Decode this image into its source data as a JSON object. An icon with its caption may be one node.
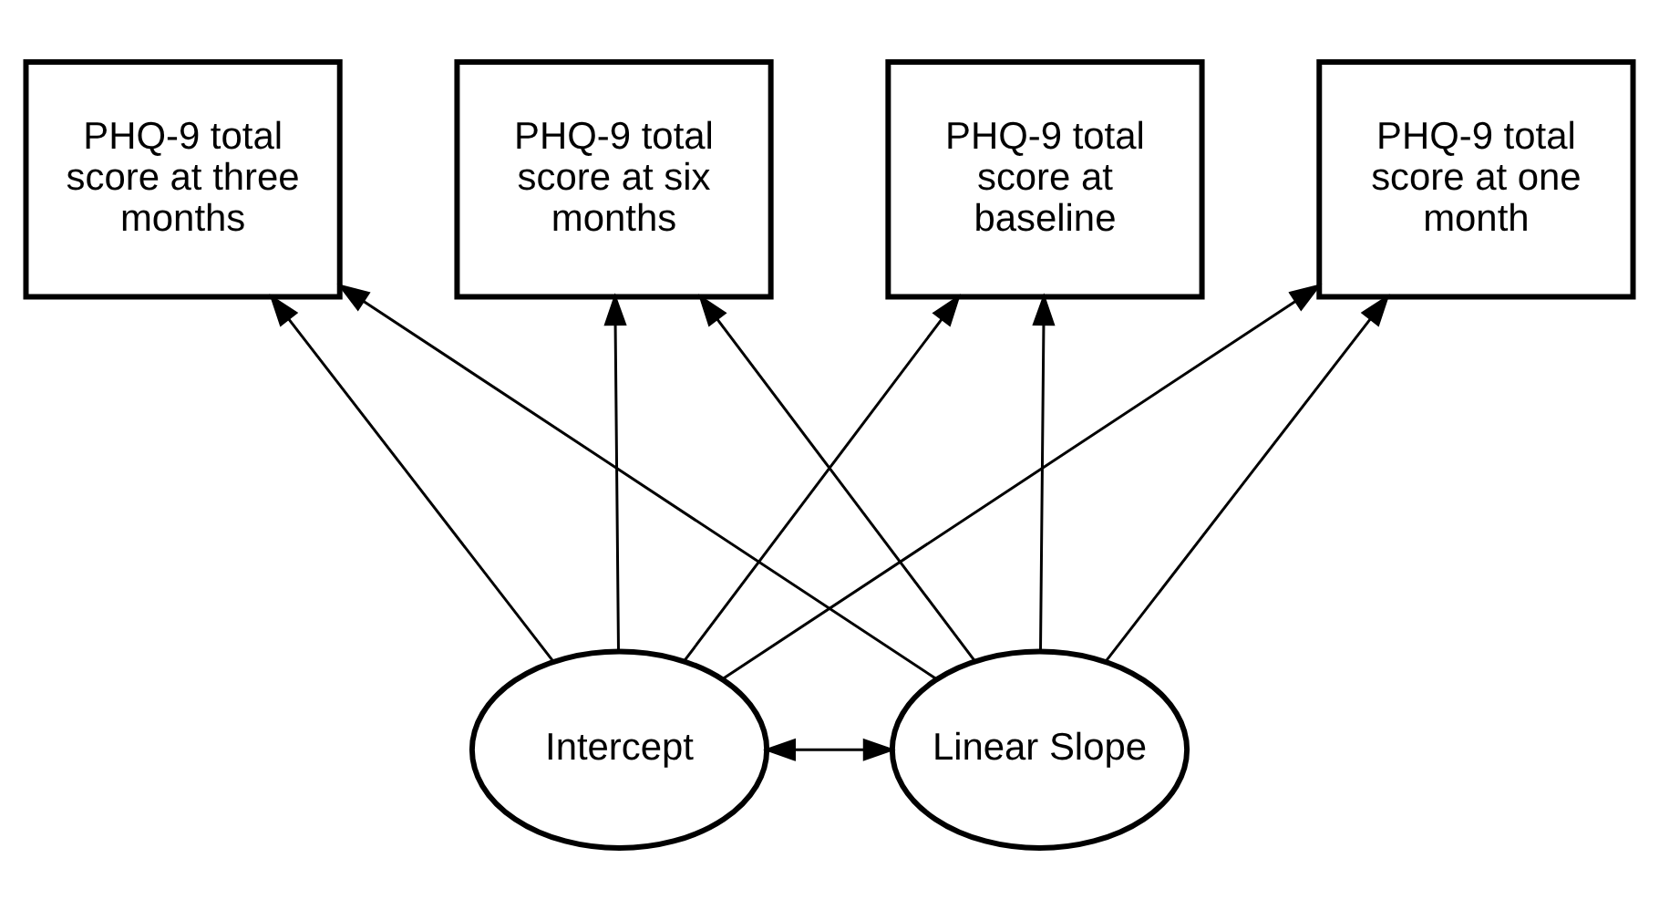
{
  "diagram": {
    "nodes": [
      {
        "text": [
          "PHQ-9 total score at baseline"
        ]
      },
      {
        "text": [
          "PHQ-9 total score at one month"
        ]
      },
      {
        "text": [
          "PHQ-9 total score at three months"
        ]
      },
      {
        "text": [
          "PHQ-9 total score at six months"
        ]
      },
      {
        "text": [
          "Intercept"
        ]
      },
      {
        "text": [
          "Linear Slope"
        ]
      }
    ],
    "edges": [
      {
        "from": 4,
        "to": 0,
        "arrow": "to"
      },
      {
        "from": 4,
        "to": 1,
        "arrow": "to"
      },
      {
        "from": 4,
        "to": 2,
        "arrow": "to"
      },
      {
        "from": 4,
        "to": 3,
        "arrow": "to"
      },
      {
        "from": 5,
        "to": 0,
        "arrow": "to"
      },
      {
        "from": 5,
        "to": 1,
        "arrow": "to"
      },
      {
        "from": 5,
        "to": 2,
        "arrow": "to"
      },
      {
        "from": 5,
        "to": 3,
        "arrow": "to"
      },
      {
        "from": 4,
        "to": 5,
        "arrow": "both"
      }
    ]
  }
}
